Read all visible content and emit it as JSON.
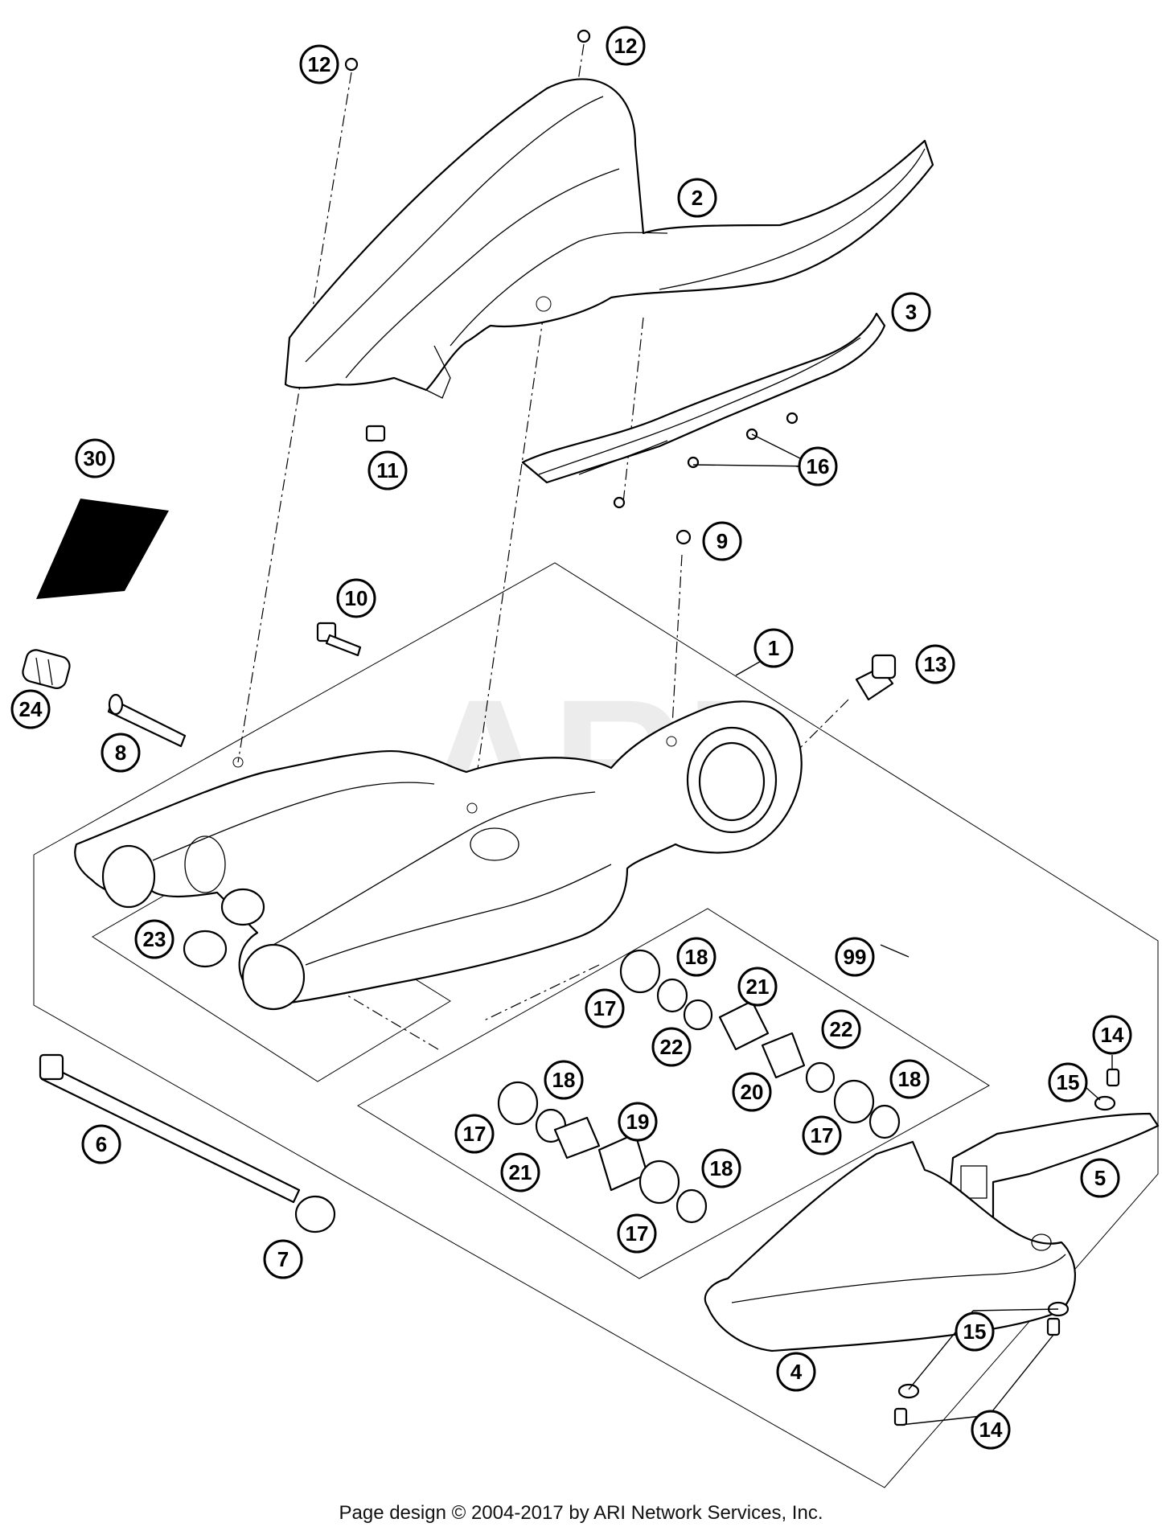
{
  "callouts": [
    "1",
    "2",
    "3",
    "4",
    "5",
    "6",
    "7",
    "8",
    "9",
    "10",
    "11",
    "12",
    "12",
    "13",
    "14",
    "14",
    "15",
    "15",
    "16",
    "17",
    "17",
    "17",
    "18",
    "18",
    "18",
    "18",
    "19",
    "20",
    "21",
    "21",
    "22",
    "22",
    "23",
    "24",
    "30",
    "99"
  ],
  "watermark": "ARI",
  "footer": "Page design © 2004-2017 by ARI Network Services, Inc."
}
